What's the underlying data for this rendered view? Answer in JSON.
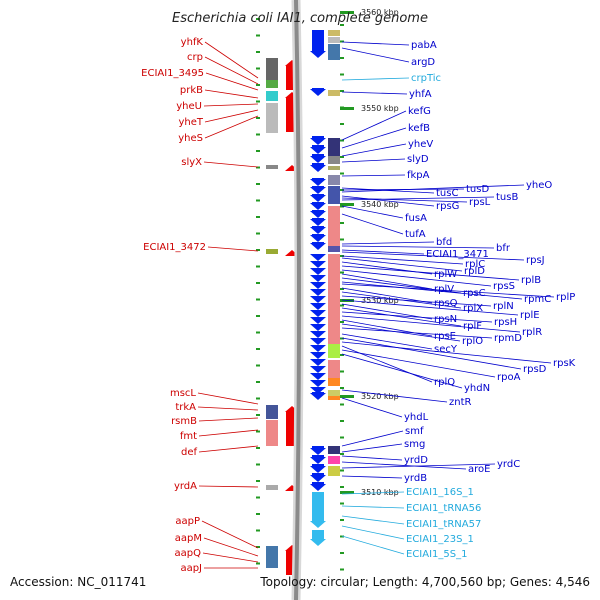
{
  "title": "Escherichia coli IAI1, complete genome",
  "footer": {
    "accession": "Accession: NC_011741",
    "summary": "Topology: circular; Length: 4,700,560 bp; Genes: 4,546"
  },
  "colors": {
    "left_label": "#cc0000",
    "right_label": "#0000cc",
    "rna_label": "#22aadd",
    "forward_arrow": "#ee0000",
    "reverse_arrow": "#0022ee",
    "rna_arrow": "#33bbee",
    "backbone": "#8a8a8a",
    "tick": "#229922"
  },
  "scale_marks": [
    "3560 kbp",
    "3550 kbp",
    "3540 kbp",
    "3530 kbp",
    "3520 kbp",
    "3510 kbp"
  ],
  "left_genes": [
    "yhfK",
    "crp",
    "ECIAI1_3495",
    "prkB",
    "yheU",
    "yheT",
    "yheS",
    "slyX",
    "ECIAI1_3472",
    "mscL",
    "trkA",
    "rsmB",
    "fmt",
    "def",
    "yrdA",
    "aapP",
    "aapM",
    "aapQ",
    "aapJ"
  ],
  "right_genes": [
    "pabA",
    "argD",
    "crpTic",
    "yhfA",
    "kefG",
    "kefB",
    "yheV",
    "slyD",
    "fkpA",
    "tusC",
    "tusD",
    "yheO",
    "rpsG",
    "rpsL",
    "tusB",
    "fusA",
    "tufA",
    "bfd",
    "bfr",
    "ECIAI1_3471",
    "rpsJ",
    "rplC",
    "rplD",
    "rplW",
    "rplB",
    "rpsS",
    "rplV",
    "rpsC",
    "rpmC",
    "rplP",
    "rpsQ",
    "rplX",
    "rplN",
    "rplE",
    "rpsN",
    "rplF",
    "rpsH",
    "rplR",
    "rpsE",
    "rplO",
    "rpmD",
    "secY",
    "rpsD",
    "rpsK",
    "rplQ",
    "rpoA",
    "yhdN",
    "zntR",
    "yhdL",
    "smf",
    "smg",
    "yrdD",
    "aroE",
    "yrdC",
    "yrdB",
    "ECIAI1_16S_1",
    "ECIAI1_tRNA56",
    "ECIAI1_tRNA57",
    "ECIAI1_23S_1",
    "ECIAI1_5S_1"
  ]
}
